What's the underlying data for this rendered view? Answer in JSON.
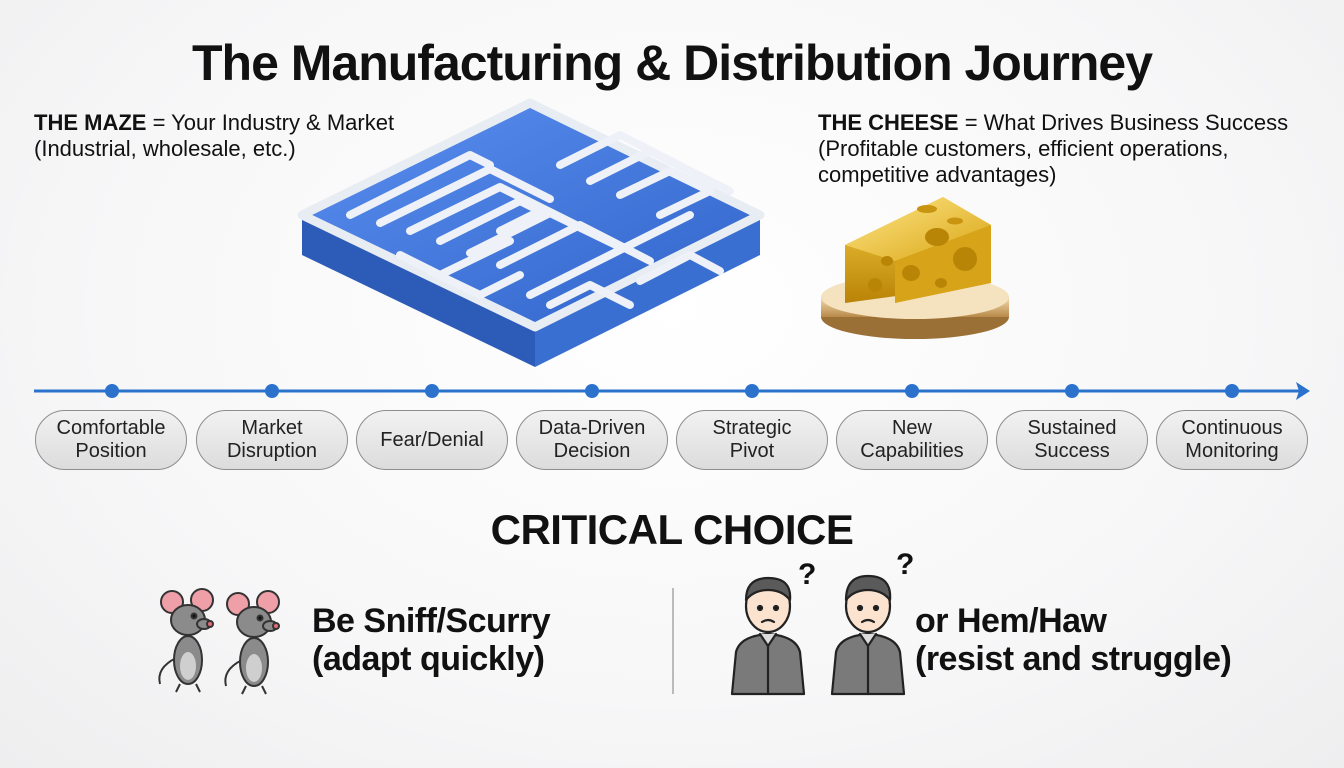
{
  "title": "The Manufacturing & Distribution Journey",
  "maze": {
    "label": "THE MAZE",
    "description": " = Your Industry & Market",
    "detail": "(Industrial, wholesale, etc.)",
    "icon": "maze-icon",
    "color": "#3d74d6"
  },
  "cheese": {
    "label": "THE CHEESE",
    "description": " = What Drives Business Success",
    "detail_line1": "(Profitable customers, efficient operations,",
    "detail_line2": "competitive advantages)",
    "icon": "golden-cheese-icon",
    "color": "#e8b820"
  },
  "timeline": {
    "accent": "#2a72cc",
    "stages": [
      {
        "line1": "Comfortable",
        "line2": "Position"
      },
      {
        "line1": "Market",
        "line2": "Disruption"
      },
      {
        "line1": "Fear/Denial",
        "line2": ""
      },
      {
        "line1": "Data-Driven",
        "line2": "Decision"
      },
      {
        "line1": "Strategic",
        "line2": "Pivot"
      },
      {
        "line1": "New",
        "line2": "Capabilities"
      },
      {
        "line1": "Sustained",
        "line2": "Success"
      },
      {
        "line1": "Continuous",
        "line2": "Monitoring"
      }
    ]
  },
  "critical_choice": {
    "heading": "CRITICAL CHOICE",
    "option_a_line1": "Be Sniff/Scurry",
    "option_a_line2": "(adapt quickly)",
    "option_a_icon": "mice-icon",
    "option_b_line1": "or Hem/Haw",
    "option_b_line2": "(resist and struggle)",
    "option_b_icon": "confused-people-icon",
    "question_mark": "?"
  }
}
